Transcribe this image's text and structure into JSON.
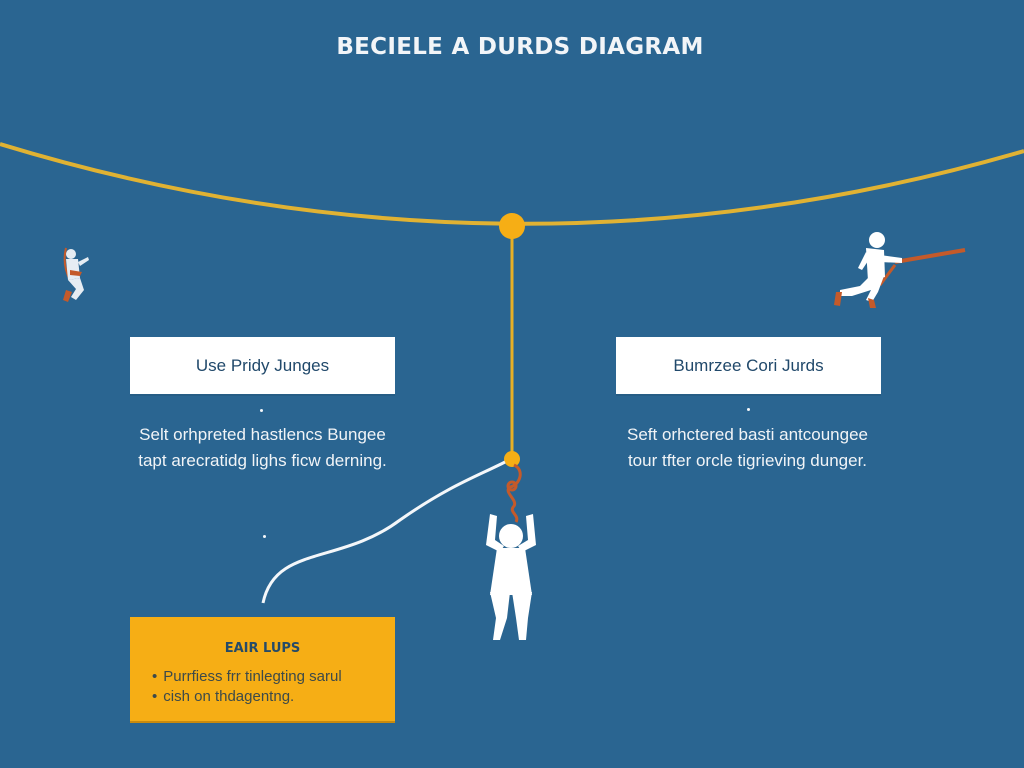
{
  "title": "BECIELE A DURDS DIAGRAM",
  "colors": {
    "background": "#2a6591",
    "cable": "#e0b233",
    "anchor": "#f6ae15",
    "cord": "#c45a2a",
    "figure": "#ffffff",
    "note_box": "#f6ae15",
    "label_box": "#ffffff",
    "label_text": "#21496b"
  },
  "left_panel": {
    "label": "Use Pridy Junges",
    "description": [
      "Selt orhpreted hastlencs Bungee",
      "tapt arecratidg lighs ficw derning."
    ]
  },
  "right_panel": {
    "label": "Bumrzee Cori Jurds",
    "description": [
      "Seft orhctered basti antcoungee",
      "tour tfter orcle tigrieving dunger."
    ]
  },
  "note": {
    "title": "EAIR LUPS",
    "items": [
      "Purrfiess frr tinlegting sarul",
      "cish on thdagentng."
    ]
  },
  "figures": [
    {
      "name": "jumper-left",
      "description": "small jumping figure with harness"
    },
    {
      "name": "runner-right",
      "description": "running figure pulling cord"
    },
    {
      "name": "hanging-person",
      "description": "person hanging from bungee cord"
    }
  ]
}
